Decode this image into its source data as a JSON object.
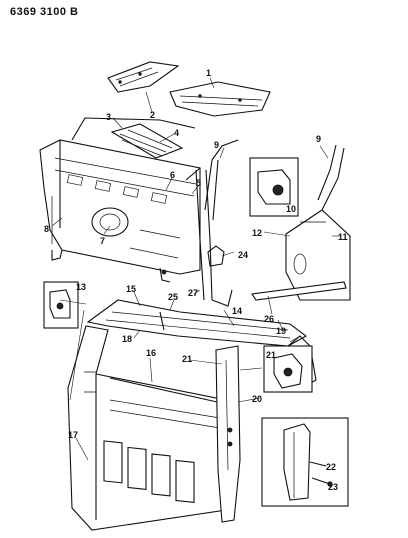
{
  "header": {
    "code": "6369 3100 B"
  },
  "callouts": [
    "1",
    "2",
    "3",
    "4",
    "5",
    "6",
    "7",
    "8",
    "9",
    "9",
    "10",
    "11",
    "12",
    "13",
    "14",
    "15",
    "16",
    "17",
    "18",
    "19",
    "20",
    "21",
    "21",
    "22",
    "23",
    "24",
    "25",
    "26",
    "27"
  ]
}
